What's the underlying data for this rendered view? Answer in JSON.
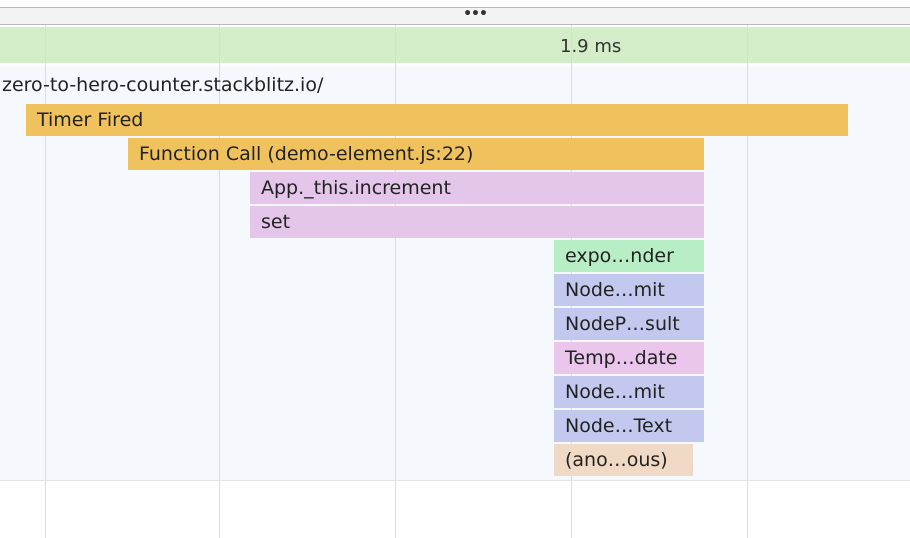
{
  "timing": {
    "label": "1.9 ms",
    "color": "#d4edc9"
  },
  "resizer": {
    "handle_glyph": "•••"
  },
  "task": {
    "url": "zero-to-hero-counter.stackblitz.io/"
  },
  "flame_blocks": [
    {
      "label": "Timer Fired",
      "color": "#f0c25e",
      "category": "scripting-event"
    },
    {
      "label": "Function Call (demo-element.js:22)",
      "color": "#f0c25e",
      "category": "scripting-event"
    },
    {
      "label": "App._this.increment",
      "color": "#e3c6ea",
      "category": "js-function"
    },
    {
      "label": "set",
      "color": "#e3c6ea",
      "category": "js-function"
    },
    {
      "label": "expo…nder",
      "color": "#b8eec6",
      "category": "js-function"
    },
    {
      "label": "Node…mit",
      "color": "#c3c8ee",
      "category": "js-function"
    },
    {
      "label": "NodeP…sult",
      "color": "#c3c8ee",
      "category": "js-function"
    },
    {
      "label": "Temp…date",
      "color": "#eac5ec",
      "category": "js-function"
    },
    {
      "label": "Node…mit",
      "color": "#c3c8ee",
      "category": "js-function"
    },
    {
      "label": "Node…Text",
      "color": "#c3c8ee",
      "category": "js-function"
    },
    {
      "label": "(ano…ous)",
      "color": "#f0d9c5",
      "category": "js-function"
    }
  ]
}
